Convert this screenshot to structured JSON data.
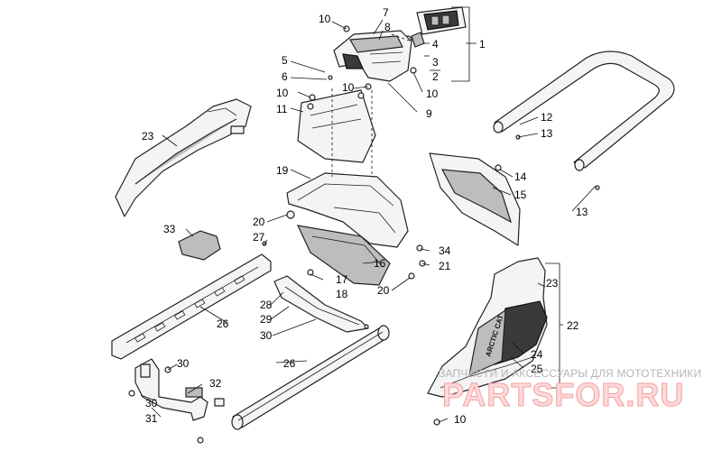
{
  "callouts": {
    "c1": "1",
    "c2": "2",
    "c3": "3",
    "c4": "4",
    "c5": "5",
    "c6": "6",
    "c7": "7",
    "c8": "8",
    "c9": "9",
    "c10a": "10",
    "c10b": "10",
    "c10c": "10",
    "c10d": "10",
    "c10e": "10",
    "c11": "11",
    "c12": "12",
    "c13a": "13",
    "c13b": "13",
    "c14": "14",
    "c15": "15",
    "c16": "16",
    "c17": "17",
    "c18": "18",
    "c19": "19",
    "c20a": "20",
    "c20b": "20",
    "c21": "21",
    "c22": "22",
    "c23a": "23",
    "c23b": "23",
    "c24": "24",
    "c25": "25",
    "c26a": "26",
    "c26b": "26",
    "c27": "27",
    "c28": "28",
    "c29": "29",
    "c30a": "30",
    "c30b": "30",
    "c30c": "30",
    "c31": "31",
    "c32": "32",
    "c33": "33",
    "c34": "34"
  },
  "side_panel_logo": "ARCTIC CAT",
  "watermark": {
    "subtitle": "ЗАПЧАСТИ И АКСЕССУАРЫ ДЛЯ МОТОТЕХНИКИ",
    "brand": "PARTSFOR.RU"
  }
}
